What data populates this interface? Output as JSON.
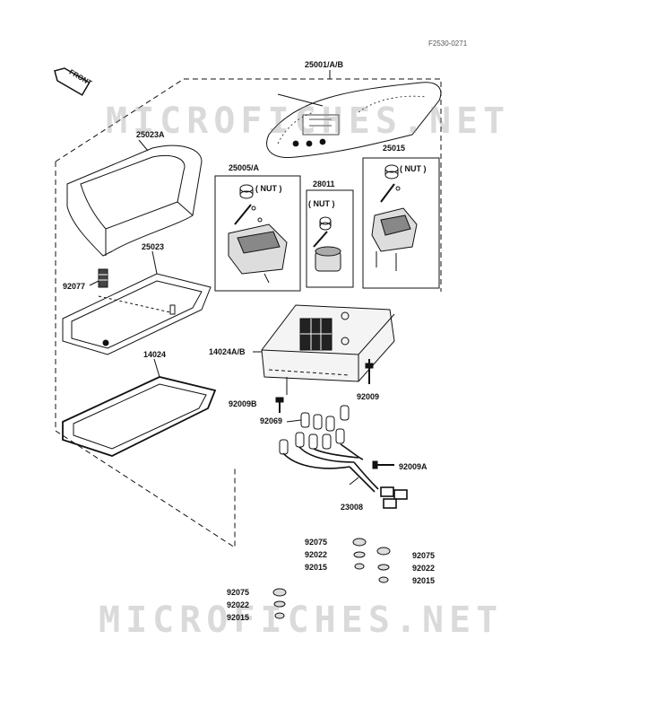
{
  "reference_code": "F2530-0271",
  "front_label": "FRONT",
  "watermark": "MICROFICHES.NET",
  "parts": {
    "speedo_face": "25001/A/B",
    "meter_cover": "25023A",
    "speedometer": "25005/A",
    "nut_left": "( NUT )",
    "indicator_unit": "28011",
    "nut_mid": "( NUT )",
    "tachometer": "25015",
    "nut_right": "( NUT )",
    "lens": "25023",
    "grommet_top": "92077",
    "case": "14024A/B",
    "gasket": "14024",
    "screw_right": "92009",
    "screw_left": "92009B",
    "bulb": "92069",
    "screw_harness": "92009A",
    "harness": "23008",
    "damper_a_l": "92075",
    "washer_a_l": "92022",
    "nut_a_l": "92015",
    "damper_a_r": "92075",
    "washer_a_r": "92022",
    "nut_a_r": "92015",
    "damper_b": "92075",
    "washer_b": "92022",
    "nut_b": "92015"
  },
  "colors": {
    "ink": "#111111",
    "watermark": "#969696"
  }
}
